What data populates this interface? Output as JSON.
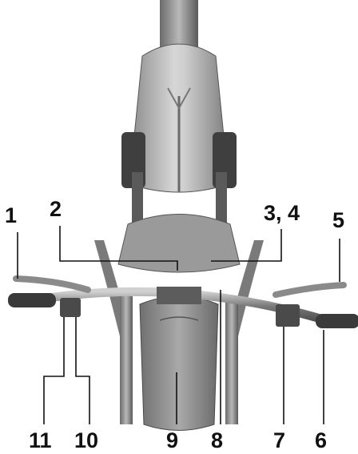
{
  "callouts": [
    {
      "id": "1",
      "label": "1"
    },
    {
      "id": "2",
      "label": "2"
    },
    {
      "id": "3_4",
      "label": "3, 4"
    },
    {
      "id": "5",
      "label": "5"
    },
    {
      "id": "6",
      "label": "6"
    },
    {
      "id": "7",
      "label": "7"
    },
    {
      "id": "8",
      "label": "8"
    },
    {
      "id": "9",
      "label": "9"
    },
    {
      "id": "10",
      "label": "10"
    },
    {
      "id": "11",
      "label": "11"
    }
  ],
  "colors": {
    "background": "#ffffff",
    "metal_dark": "#4a4a4a",
    "metal_mid": "#8c8c8c",
    "metal_light": "#c9c9c9",
    "leader": "#111111"
  }
}
